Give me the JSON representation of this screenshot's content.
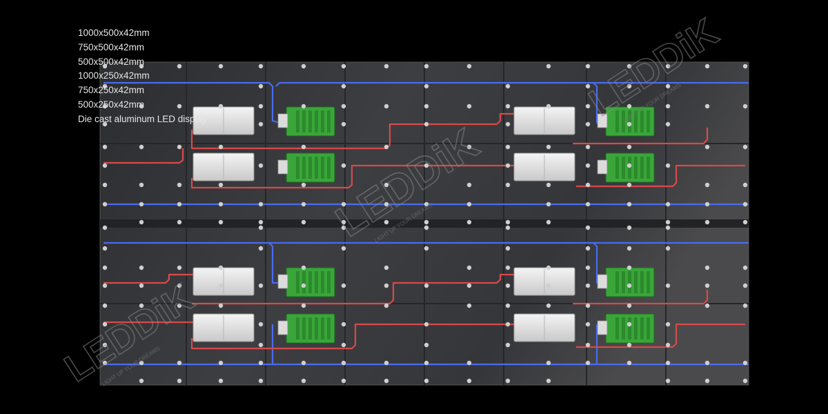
{
  "specs": [
    "1000x500x42mm",
    "750x500x42mm",
    "500x500x42mm",
    "1000x250x42mm",
    "750x250x42mm",
    "500x250x42mm",
    "Die cast aluminum LED display"
  ],
  "watermark": {
    "brand": "LEDDiK",
    "tagline": "LIGHT UP YOUR DREAMS"
  },
  "colors": {
    "background": "#000000",
    "panel": "#3a3b3e",
    "power_cable": "#d94a4a",
    "data_cable": "#4a6cf0",
    "receiving_card": "#3aa63a",
    "power_supply": "#e8e8e8"
  }
}
